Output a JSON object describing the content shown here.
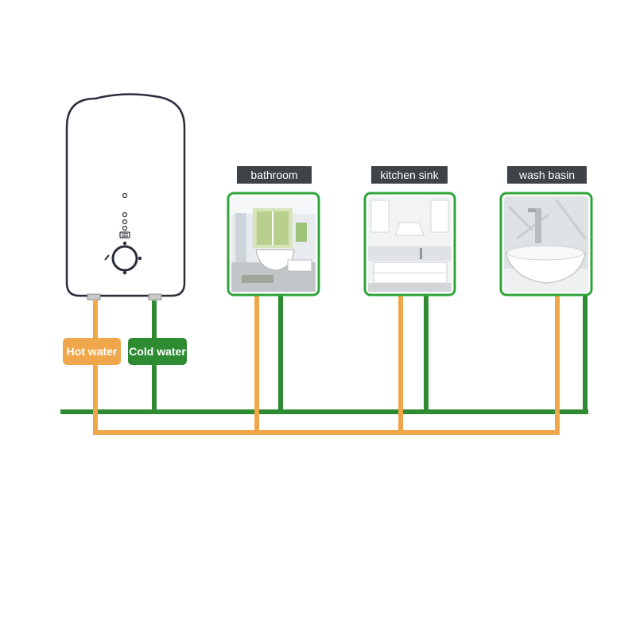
{
  "colors": {
    "hot": "#f0a64a",
    "cold": "#2e8b32",
    "frame_border": "#2fa43a",
    "label_bg": "#3d4347",
    "heater_outline": "#2a2d3a"
  },
  "heater": {
    "icon": "water-heater-icon",
    "controls": [
      "indicator-light-icon",
      "temperature-knob-icon"
    ]
  },
  "pipes": {
    "hot_label": "Hot water",
    "cold_label": "Cold water"
  },
  "rooms": [
    {
      "label": "bathroom",
      "icon": "bathroom-photo"
    },
    {
      "label": "kitchen sink",
      "icon": "kitchen-photo"
    },
    {
      "label": "wash basin",
      "icon": "wash-basin-photo"
    }
  ]
}
